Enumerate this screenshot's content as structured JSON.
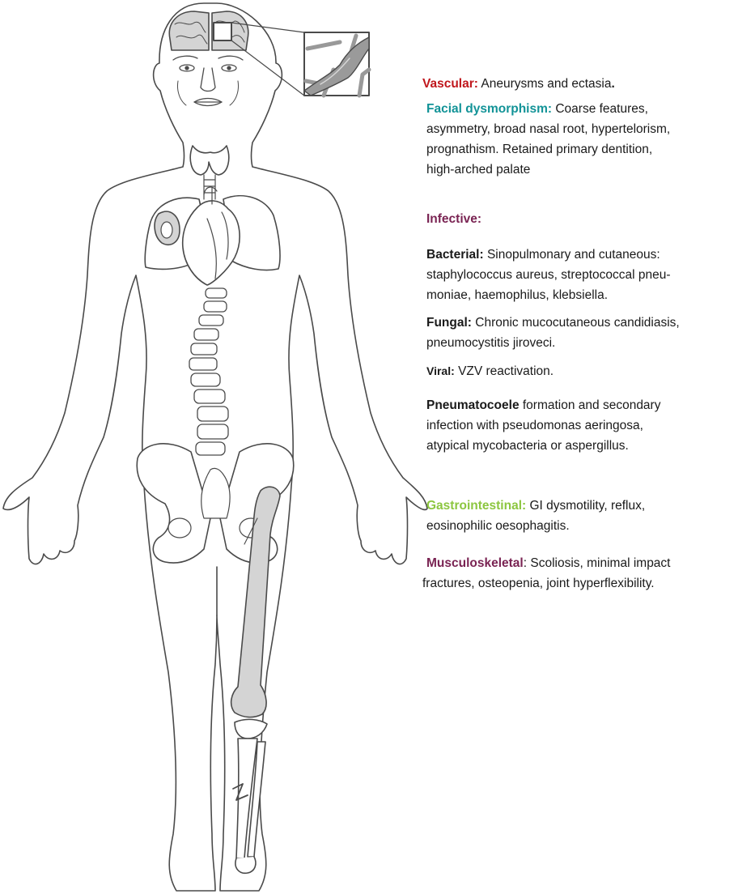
{
  "colors": {
    "vascular": "#c0161c",
    "facial": "#129397",
    "infective": "#7a2453",
    "gastrointestinal": "#8cc63f",
    "musculoskeletal": "#7a2453",
    "outline": "#4a4a4a",
    "fill_shade": "#d4d4d4"
  },
  "vascular": {
    "heading": "Vascular:",
    "text": " Aneurysms and ectasia",
    "end": "."
  },
  "facial": {
    "heading": "Facial dysmorphism:",
    "line1": " Coarse features,",
    "line2": "asymmetry, broad nasal root, hypertelorism,",
    "line3": "prognathism. Retained primary dentition,",
    "line4": "high-arched palate"
  },
  "infective": {
    "heading": "Infective:",
    "bacterial": {
      "label": "Bacterial:",
      "line1": " Sinopulmonary and cutaneous:",
      "line2": "staphylococcus aureus, streptococcal pneu-",
      "line3": "moniae, haemophilus, klebsiella."
    },
    "fungal": {
      "label": "Fungal:",
      "line1": " Chronic mucocutaneous candidiasis,",
      "line2": "pneumocystitis jiroveci."
    },
    "viral": {
      "label": "Viral:",
      "line1": " VZV reactivation."
    },
    "pneumatocoele": {
      "label": "Pneumatocoele",
      "line1": " formation and secondary",
      "line2": "infection with pseudomonas aeringosa,",
      "line3": "atypical mycobacteria or aspergillus."
    }
  },
  "gastrointestinal": {
    "heading": "Gastrointestinal",
    "colon": ":",
    "line1": " GI dysmotility,  reflux,",
    "line2": "eosinophilic oesophagitis."
  },
  "musculoskeletal": {
    "heading": "Musculoskeletal",
    "line1": ": Scoliosis, minimal impact",
    "line2": "fractures, osteopenia, joint hyperflexibility."
  }
}
